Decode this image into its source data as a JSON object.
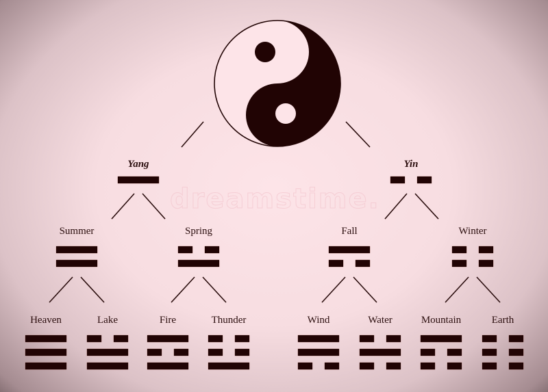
{
  "diagram": {
    "root": {
      "symbol": "yin-yang",
      "colors": {
        "dark": "#210404",
        "light": "#fde4e8"
      }
    },
    "level1": [
      {
        "id": "yang",
        "label": "Yang",
        "lines": [
          "yang"
        ]
      },
      {
        "id": "yin",
        "label": "Yin",
        "lines": [
          "yin"
        ]
      }
    ],
    "level2": [
      {
        "id": "summer",
        "label": "Summer",
        "lines": [
          "yang",
          "yang"
        ]
      },
      {
        "id": "spring",
        "label": "Spring",
        "lines": [
          "yin",
          "yang"
        ]
      },
      {
        "id": "fall",
        "label": "Fall",
        "lines": [
          "yang",
          "yin"
        ]
      },
      {
        "id": "winter",
        "label": "Winter",
        "lines": [
          "yin",
          "yin"
        ]
      }
    ],
    "level3": [
      {
        "id": "heaven",
        "label": "Heaven",
        "lines": [
          "yang",
          "yang",
          "yang"
        ]
      },
      {
        "id": "lake",
        "label": "Lake",
        "lines": [
          "yin",
          "yang",
          "yang"
        ]
      },
      {
        "id": "fire",
        "label": "Fire",
        "lines": [
          "yang",
          "yin",
          "yang"
        ]
      },
      {
        "id": "thunder",
        "label": "Thunder",
        "lines": [
          "yin",
          "yin",
          "yang"
        ]
      },
      {
        "id": "wind",
        "label": "Wind",
        "lines": [
          "yang",
          "yang",
          "yin"
        ]
      },
      {
        "id": "water",
        "label": "Water",
        "lines": [
          "yin",
          "yang",
          "yin"
        ]
      },
      {
        "id": "mountain",
        "label": "Mountain",
        "lines": [
          "yang",
          "yin",
          "yin"
        ]
      },
      {
        "id": "earth",
        "label": "Earth",
        "lines": [
          "yin",
          "yin",
          "yin"
        ]
      }
    ]
  },
  "watermark": "dreamstime."
}
